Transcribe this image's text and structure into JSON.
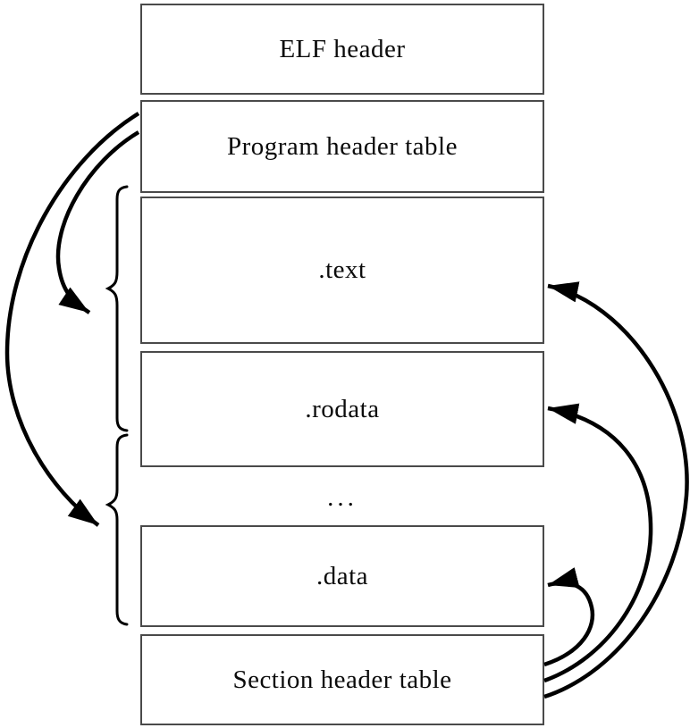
{
  "diagram": {
    "boxes": {
      "elf_header": {
        "label": "ELF header"
      },
      "program_header_table": {
        "label": "Program header table"
      },
      "text_section": {
        "label": ".text"
      },
      "rodata_section": {
        "label": ".rodata"
      },
      "ellipsis": {
        "label": "..."
      },
      "data_section": {
        "label": ".data"
      },
      "section_header_table": {
        "label": "Section header table"
      }
    },
    "connectors": {
      "left": [
        {
          "from": "program_header_table",
          "to": "segment_group_1",
          "style": "curved-arrow"
        },
        {
          "from": "program_header_table",
          "to": "segment_group_2",
          "style": "curved-arrow"
        }
      ],
      "right": [
        {
          "from": "section_header_table",
          "to": "text_section",
          "style": "curved-arrow"
        },
        {
          "from": "section_header_table",
          "to": "rodata_section",
          "style": "curved-arrow"
        },
        {
          "from": "section_header_table",
          "to": "data_section",
          "style": "curved-arrow"
        }
      ],
      "braces": [
        {
          "group": "segment_group_1",
          "covers": ".text and .rodata"
        },
        {
          "group": "segment_group_2",
          "covers": "... and .data"
        }
      ]
    },
    "colors": {
      "line": "#000000",
      "border": "#4a4a4a",
      "background": "#ffffff",
      "text": "#0b0b0b"
    }
  }
}
